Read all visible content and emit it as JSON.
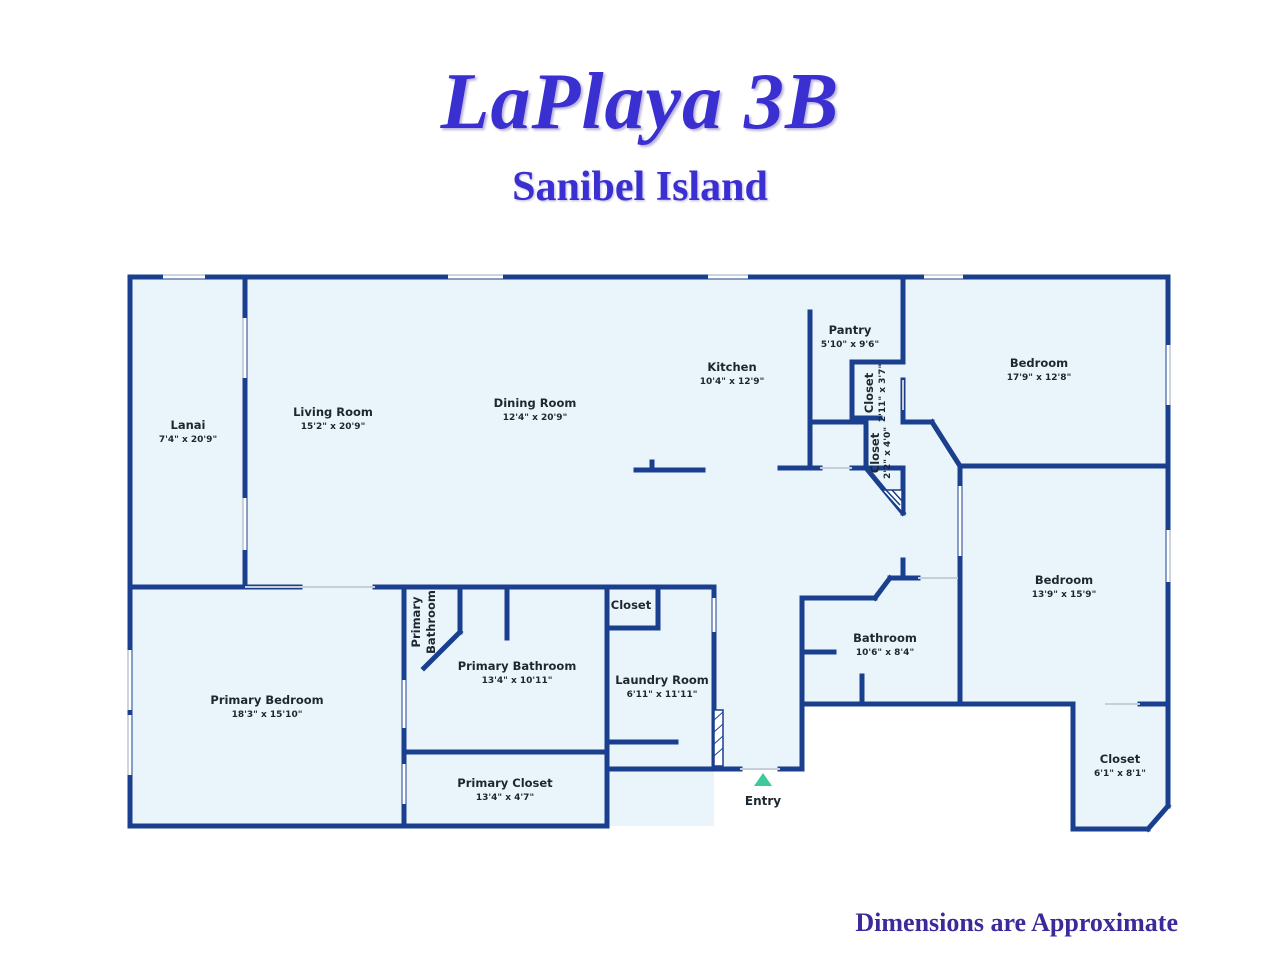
{
  "header": {
    "title": "LaPlaya 3B",
    "subtitle": "Sanibel Island"
  },
  "footer": {
    "note": "Dimensions are Approximate"
  },
  "colors": {
    "wall": "#1a3f8f",
    "floor": "#eaf5fb",
    "title": "#3a2fd0",
    "entry_marker": "#3ec99a"
  },
  "rooms": {
    "lanai": {
      "name": "Lanai",
      "dims": "7'4\" x 20'9\""
    },
    "living_room": {
      "name": "Living Room",
      "dims": "15'2\" x 20'9\""
    },
    "dining_room": {
      "name": "Dining Room",
      "dims": "12'4\" x 20'9\""
    },
    "kitchen": {
      "name": "Kitchen",
      "dims": "10'4\" x 12'9\""
    },
    "pantry": {
      "name": "Pantry",
      "dims": "5'10\" x 9'6\""
    },
    "closet_kitchen": {
      "name": "Closet",
      "dims": "2'11\" x 3'7\""
    },
    "closet_hall": {
      "name": "Closet",
      "dims": "2'2\" x 4'0\""
    },
    "bedroom_1": {
      "name": "Bedroom",
      "dims": "17'9\" x 12'8\""
    },
    "bedroom_2": {
      "name": "Bedroom",
      "dims": "13'9\" x 15'9\""
    },
    "bathroom": {
      "name": "Bathroom",
      "dims": "10'6\" x 8'4\""
    },
    "primary_bedroom": {
      "name": "Primary Bedroom",
      "dims": "18'3\" x 15'10\""
    },
    "primary_bathroom_small_1": {
      "name": "Primary"
    },
    "primary_bathroom_small_2": {
      "name": "Bathroom"
    },
    "primary_bathroom": {
      "name": "Primary Bathroom",
      "dims": "13'4\" x 10'11\""
    },
    "closet_laundry": {
      "name": "Closet"
    },
    "laundry_room": {
      "name": "Laundry Room",
      "dims": "6'11\" x 11'11\""
    },
    "primary_closet": {
      "name": "Primary Closet",
      "dims": "13'4\" x 4'7\""
    },
    "closet_bedroom": {
      "name": "Closet",
      "dims": "6'1\" x 8'1\""
    }
  },
  "entry": {
    "label": "Entry"
  }
}
